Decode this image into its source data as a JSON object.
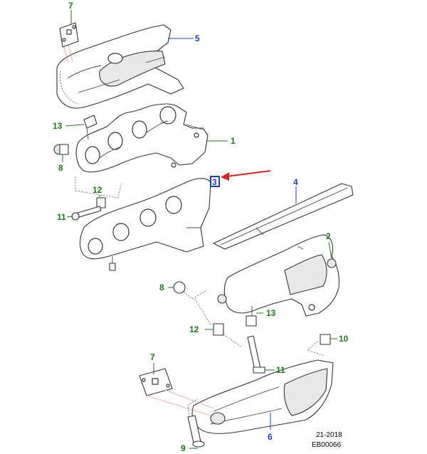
{
  "colors": {
    "callout_green": "#1a7a1a",
    "callout_blue": "#1a3fbf",
    "arrow_red": "#e02020",
    "highlight_box": "#1a3fbf"
  },
  "callouts": [
    {
      "id": "c7-top",
      "label": "7",
      "color": "green"
    },
    {
      "id": "c5-top",
      "label": "5",
      "color": "blue"
    },
    {
      "id": "c13-top",
      "label": "13",
      "color": "green"
    },
    {
      "id": "c1",
      "label": "1",
      "color": "green"
    },
    {
      "id": "c8-top",
      "label": "8",
      "color": "green"
    },
    {
      "id": "c3",
      "label": "3",
      "color": "blue"
    },
    {
      "id": "c4",
      "label": "4",
      "color": "blue"
    },
    {
      "id": "c12-top",
      "label": "12",
      "color": "green"
    },
    {
      "id": "c11-top",
      "label": "11",
      "color": "green"
    },
    {
      "id": "c2",
      "label": "2",
      "color": "green"
    },
    {
      "id": "c8-mid",
      "label": "8",
      "color": "green"
    },
    {
      "id": "c13-mid",
      "label": "13",
      "color": "green"
    },
    {
      "id": "c12-mid",
      "label": "12",
      "color": "green"
    },
    {
      "id": "c10",
      "label": "10",
      "color": "green"
    },
    {
      "id": "c7-bot",
      "label": "7",
      "color": "green"
    },
    {
      "id": "c11-bot",
      "label": "11",
      "color": "green"
    },
    {
      "id": "c6",
      "label": "6",
      "color": "blue"
    },
    {
      "id": "c9",
      "label": "9",
      "color": "green"
    }
  ],
  "footer": {
    "date_code": "21-2018",
    "ref_code": "EB00066"
  }
}
